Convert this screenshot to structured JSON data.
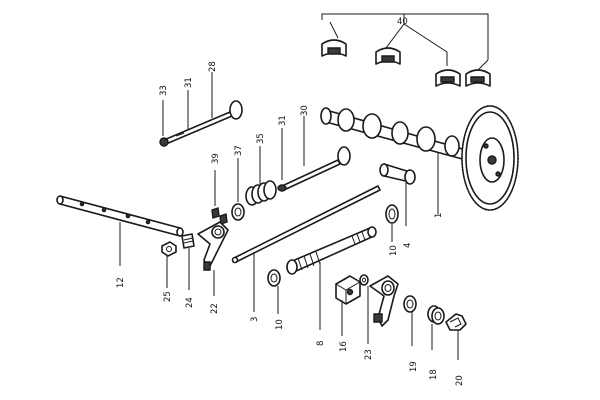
{
  "diagram": {
    "labels": {
      "l40": "40",
      "l28": "28",
      "l31a": "31",
      "l33": "33",
      "l30": "30",
      "l31b": "31",
      "l35": "35",
      "l37": "37",
      "l39": "39",
      "l12": "12",
      "l25": "25",
      "l24": "24",
      "l22": "22",
      "l3": "3",
      "l10a": "10",
      "l10b": "10",
      "l8": "8",
      "l16": "16",
      "l23": "23",
      "l19": "19",
      "l18": "18",
      "l20": "20",
      "l4": "4",
      "l1": "1"
    }
  }
}
